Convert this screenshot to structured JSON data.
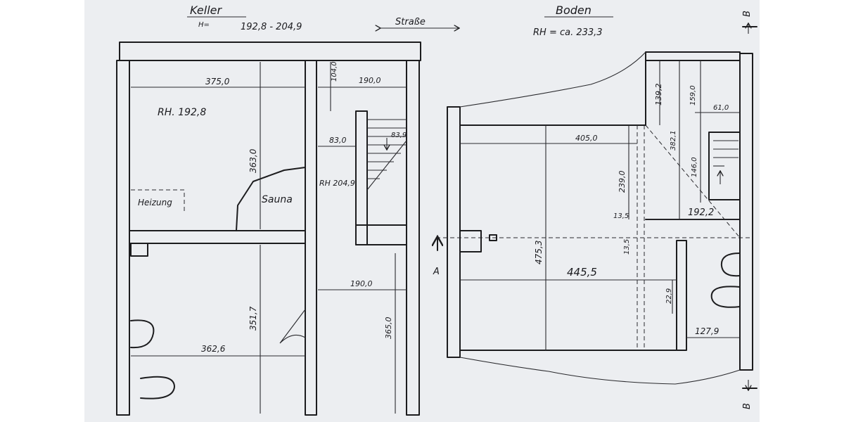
{
  "keller": {
    "title": "Keller",
    "height_label": "H=",
    "height_range": "192,8 - 204,9",
    "rh_main": "RH. 192,8",
    "rh_stair": "RH 204,9",
    "room_sauna": "Sauna",
    "room_heizung": "Heizung",
    "dims": {
      "width_top": "375,0",
      "strip_104": "104,0",
      "stair_width": "190,0",
      "w83": "83,0",
      "w839": "83,9",
      "h363": "363,0",
      "h351": "351,7",
      "w362": "362,6",
      "w190_lower": "190,0",
      "h365": "365,0"
    }
  },
  "strasse": "Straße",
  "boden": {
    "title": "Boden",
    "rh": "RH = ca. 233,3",
    "dims": {
      "w405": "405,0",
      "h239": "239,0",
      "h475": "475,3",
      "w445": "445,5",
      "d135a": "13,5",
      "d135b": "13,5",
      "w1922": "192,2",
      "h1392": "139,2",
      "h1590": "159,0",
      "h3821": "382,1",
      "w61": "61,0",
      "h1460": "146,0",
      "h229": "22,9",
      "w1279": "127,9"
    }
  },
  "section_a": "A",
  "section_b_top": "B",
  "section_b_bottom": "B"
}
